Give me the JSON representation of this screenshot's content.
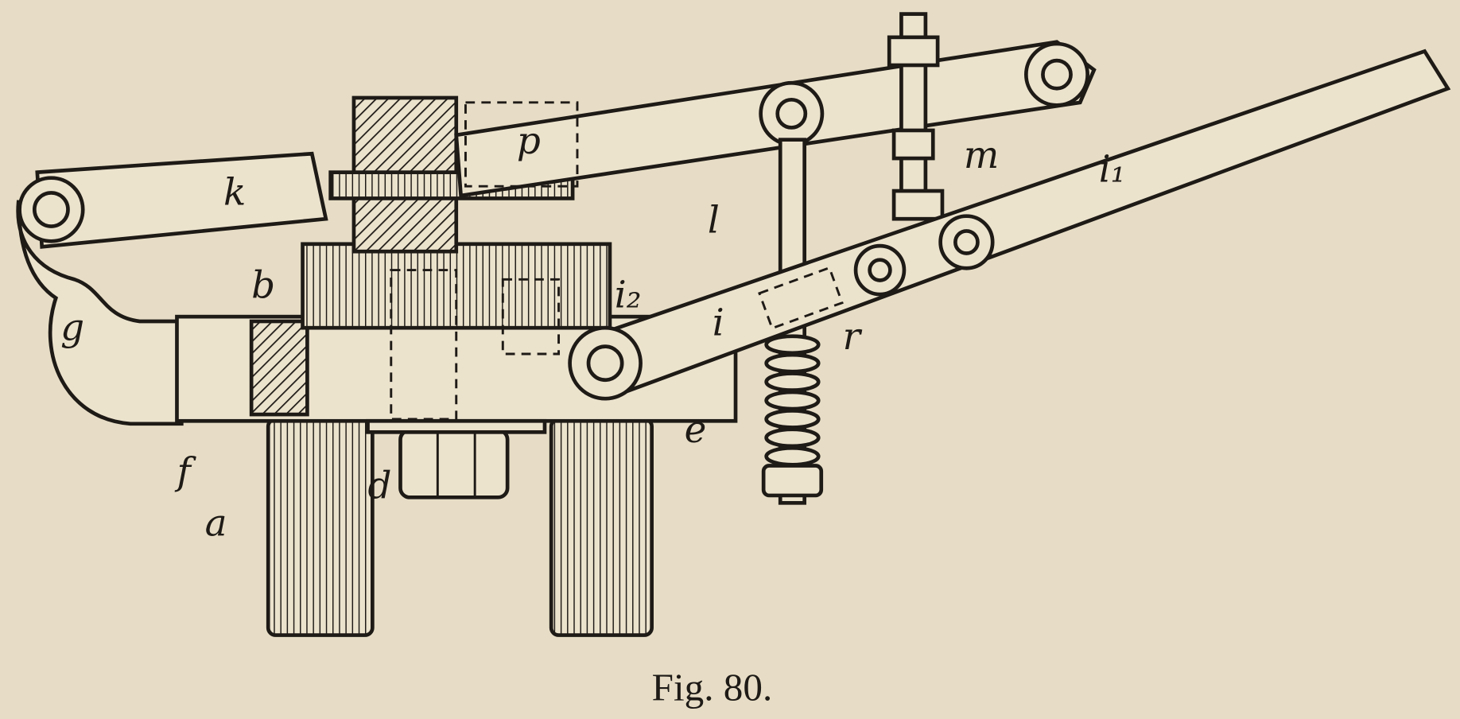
{
  "figure": {
    "caption": "Fig. 80.",
    "labels": {
      "k": "k",
      "p": "p",
      "l": "l",
      "m": "m",
      "i1": "i₁",
      "i2": "i₂",
      "i": "i",
      "r": "r",
      "g": "g",
      "b": "b",
      "f": "f",
      "a": "a",
      "d": "d",
      "e": "e"
    }
  },
  "colors": {
    "paper": "#e7ddc6",
    "ink": "#1e1a16"
  }
}
